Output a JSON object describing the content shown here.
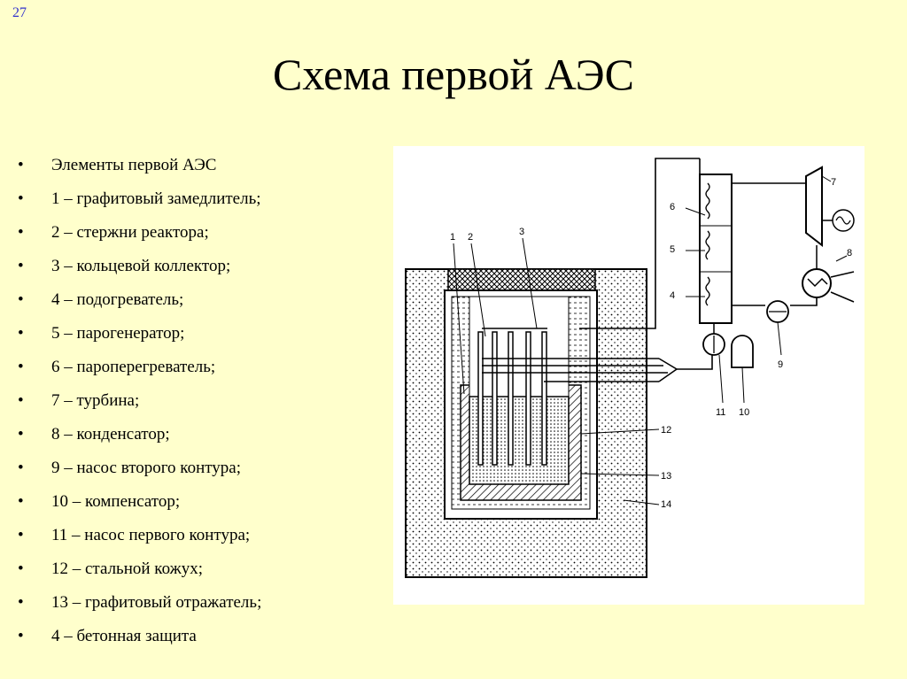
{
  "slide": {
    "number": "27"
  },
  "title": "Схема первой АЭС",
  "legend": {
    "bullet": "•",
    "items": [
      "Элементы первой АЭС",
      "1 – графитовый замедлитель;",
      "2 – стержни реактора;",
      "3 – кольцевой коллектор;",
      " 4 – подогреватель;",
      "5 – парогенератор;",
      "6 – пароперегреватель;",
      "7 – турбина;",
      "8 – конденсатор;",
      "9 – насос второго контура;",
      "10 – компенсатор;",
      "11 – насос первого контура;",
      "12 – стальной кожух;",
      "13 – графитовый отражатель;",
      "4 – бетонная защита"
    ]
  },
  "diagram": {
    "labels": {
      "l1": "1",
      "l2": "2",
      "l3": "3",
      "l4": "4",
      "l5": "5",
      "l6": "6",
      "l7": "7",
      "l8": "8",
      "l9": "9",
      "l10": "10",
      "l11": "11",
      "l12": "12",
      "l13": "13",
      "l14": "14"
    }
  }
}
